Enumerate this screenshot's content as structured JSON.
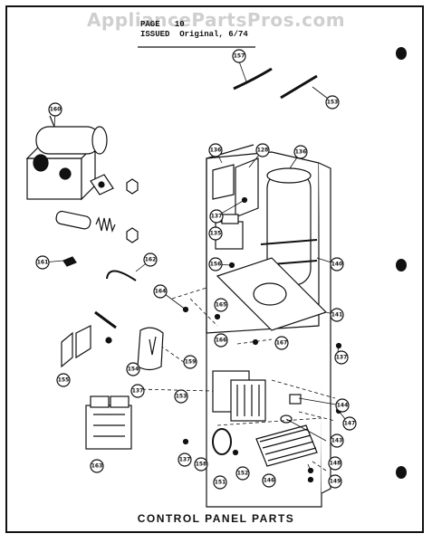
{
  "watermark": "AppliancePartsPros.com",
  "header": {
    "line1_label": "PAGE",
    "line1_value": "10",
    "line2_label": "ISSUED",
    "line2_value": "Original, 6/74"
  },
  "footer_title": "CONTROL PANEL PARTS",
  "callouts": [
    {
      "id": "c157",
      "num": "157"
    },
    {
      "id": "c153t",
      "num": "153"
    },
    {
      "id": "c160",
      "num": "160"
    },
    {
      "id": "c136a",
      "num": "136"
    },
    {
      "id": "c128",
      "num": "128"
    },
    {
      "id": "c136b",
      "num": "136"
    },
    {
      "id": "c137a",
      "num": "137"
    },
    {
      "id": "c135",
      "num": "135"
    },
    {
      "id": "c156",
      "num": "156"
    },
    {
      "id": "c140",
      "num": "140"
    },
    {
      "id": "c161",
      "num": "161"
    },
    {
      "id": "c162",
      "num": "162"
    },
    {
      "id": "c164",
      "num": "164"
    },
    {
      "id": "c165",
      "num": "165"
    },
    {
      "id": "c141",
      "num": "141"
    },
    {
      "id": "c166",
      "num": "166"
    },
    {
      "id": "c167",
      "num": "167"
    },
    {
      "id": "c137b",
      "num": "137"
    },
    {
      "id": "c155",
      "num": "155"
    },
    {
      "id": "c154",
      "num": "154"
    },
    {
      "id": "c159",
      "num": "159"
    },
    {
      "id": "c137c",
      "num": "137"
    },
    {
      "id": "c153m",
      "num": "153"
    },
    {
      "id": "c144",
      "num": "144"
    },
    {
      "id": "c147",
      "num": "147"
    },
    {
      "id": "c143",
      "num": "143"
    },
    {
      "id": "c163",
      "num": "163"
    },
    {
      "id": "c137d",
      "num": "137"
    },
    {
      "id": "c158",
      "num": "158"
    },
    {
      "id": "c151",
      "num": "151"
    },
    {
      "id": "c152",
      "num": "152"
    },
    {
      "id": "c146",
      "num": "146"
    },
    {
      "id": "c148",
      "num": "148"
    },
    {
      "id": "c149",
      "num": "149"
    }
  ]
}
